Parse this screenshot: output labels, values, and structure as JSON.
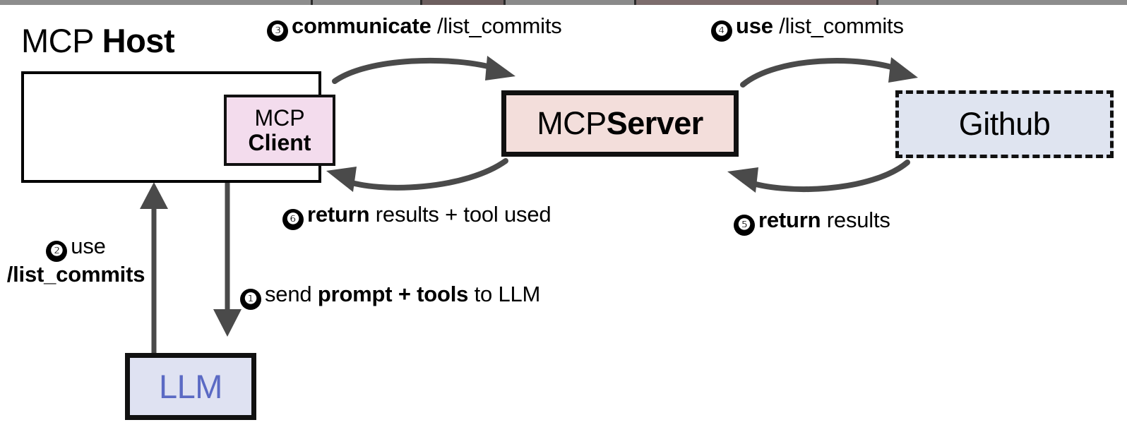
{
  "diagram": {
    "title": "MCP Host / MCP Server / Github tool-call flow",
    "host": {
      "title_regular": "MCP ",
      "title_bold": "Host"
    },
    "nodes": {
      "mcp_client": {
        "line1": "MCP",
        "line2": "Client",
        "fill": "#f3dced",
        "border": "#111111"
      },
      "mcp_server": {
        "regular": "MCP ",
        "bold": "Server",
        "fill": "#f3dedb",
        "border": "#111111"
      },
      "github": {
        "label": "Github",
        "fill": "#dfe4f0",
        "border": "#111111",
        "border_style": "dashed"
      },
      "llm": {
        "label": "LLM",
        "fill": "#dfe2f2",
        "border": "#111111",
        "text_color": "#5b6ac4"
      }
    },
    "steps": [
      {
        "number": "1",
        "badge": "❶",
        "parts": [
          {
            "text": "send ",
            "bold": false
          },
          {
            "text": "prompt + tools",
            "bold": true
          },
          {
            "text": " to LLM",
            "bold": false
          }
        ],
        "full_text": "send prompt + tools to LLM"
      },
      {
        "number": "2",
        "badge": "❷",
        "line1": "use",
        "line2": "/list_commits",
        "full_text": "use /list_commits"
      },
      {
        "number": "3",
        "badge": "❸",
        "parts": [
          {
            "text": "communicate",
            "bold": true
          },
          {
            "text": " /list_commits",
            "bold": false
          }
        ],
        "full_text": "communicate /list_commits"
      },
      {
        "number": "4",
        "badge": "❹",
        "parts": [
          {
            "text": "use",
            "bold": true
          },
          {
            "text": " /list_commits",
            "bold": false
          }
        ],
        "full_text": "use /list_commits"
      },
      {
        "number": "5",
        "badge": "❺",
        "parts": [
          {
            "text": "return",
            "bold": true
          },
          {
            "text": " results",
            "bold": false
          }
        ],
        "full_text": "return results"
      },
      {
        "number": "6",
        "badge": "❻",
        "parts": [
          {
            "text": "return",
            "bold": true
          },
          {
            "text": " results + tool used",
            "bold": false
          }
        ],
        "full_text": "return results + tool used"
      }
    ],
    "colors": {
      "arrow": "#4a4a4a",
      "stroke": "#111111",
      "background": "#ffffff"
    }
  }
}
